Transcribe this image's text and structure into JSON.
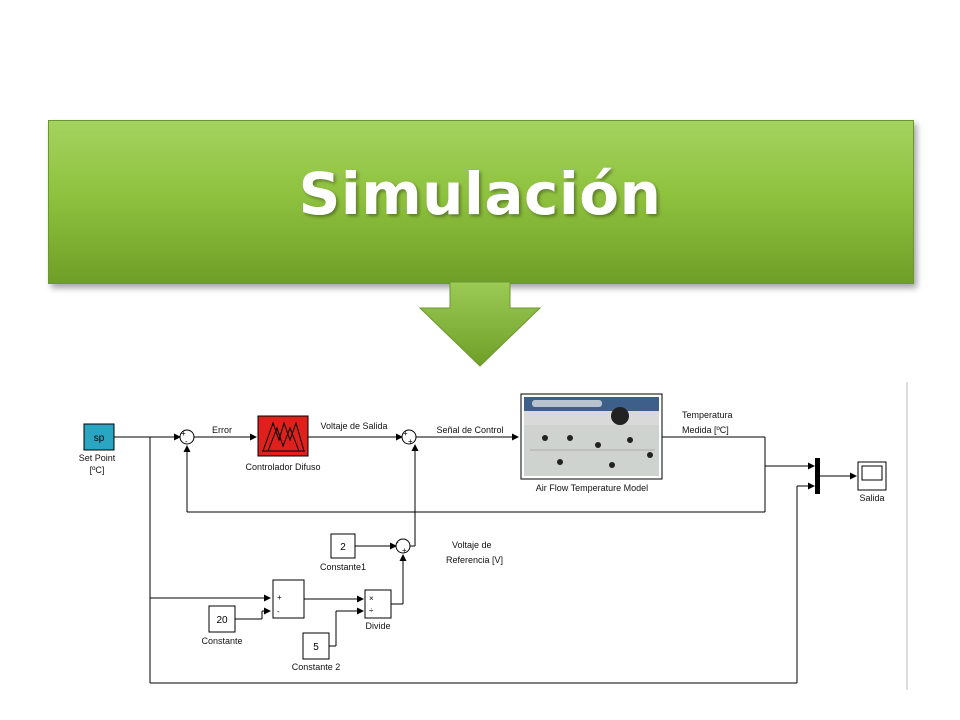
{
  "banner": {
    "title": "Simulación",
    "color": "#8fc23f"
  },
  "diagram": {
    "sp_block": "sp",
    "set_point_label_1": "Set Point",
    "set_point_label_2": "[ºC]",
    "error_label": "Error",
    "controller_label": "Controlador Difuso",
    "controller_color": "#e0201c",
    "voltaje_salida_label": "Voltaje de Salida",
    "senal_control_label": "Señal de Control",
    "plant_label": "Air Flow Temperature Model",
    "temperatura_label_1": "Temperatura",
    "temperatura_label_2": "Medida [ºC]",
    "salida_label": "Salida",
    "constante1_value": "2",
    "constante1_label": "Constante1",
    "voltaje_ref_label_1": "Voltaje de",
    "voltaje_ref_label_2": "Referencia [V]",
    "constante_value": "20",
    "constante_label": "Constante",
    "constante2_value": "5",
    "constante2_label": "Constante 2",
    "divide_label": "Divide",
    "sum_signs": {
      "plus": "+",
      "minus": "-"
    },
    "divide_signs": {
      "mult": "×",
      "div": "÷"
    }
  }
}
